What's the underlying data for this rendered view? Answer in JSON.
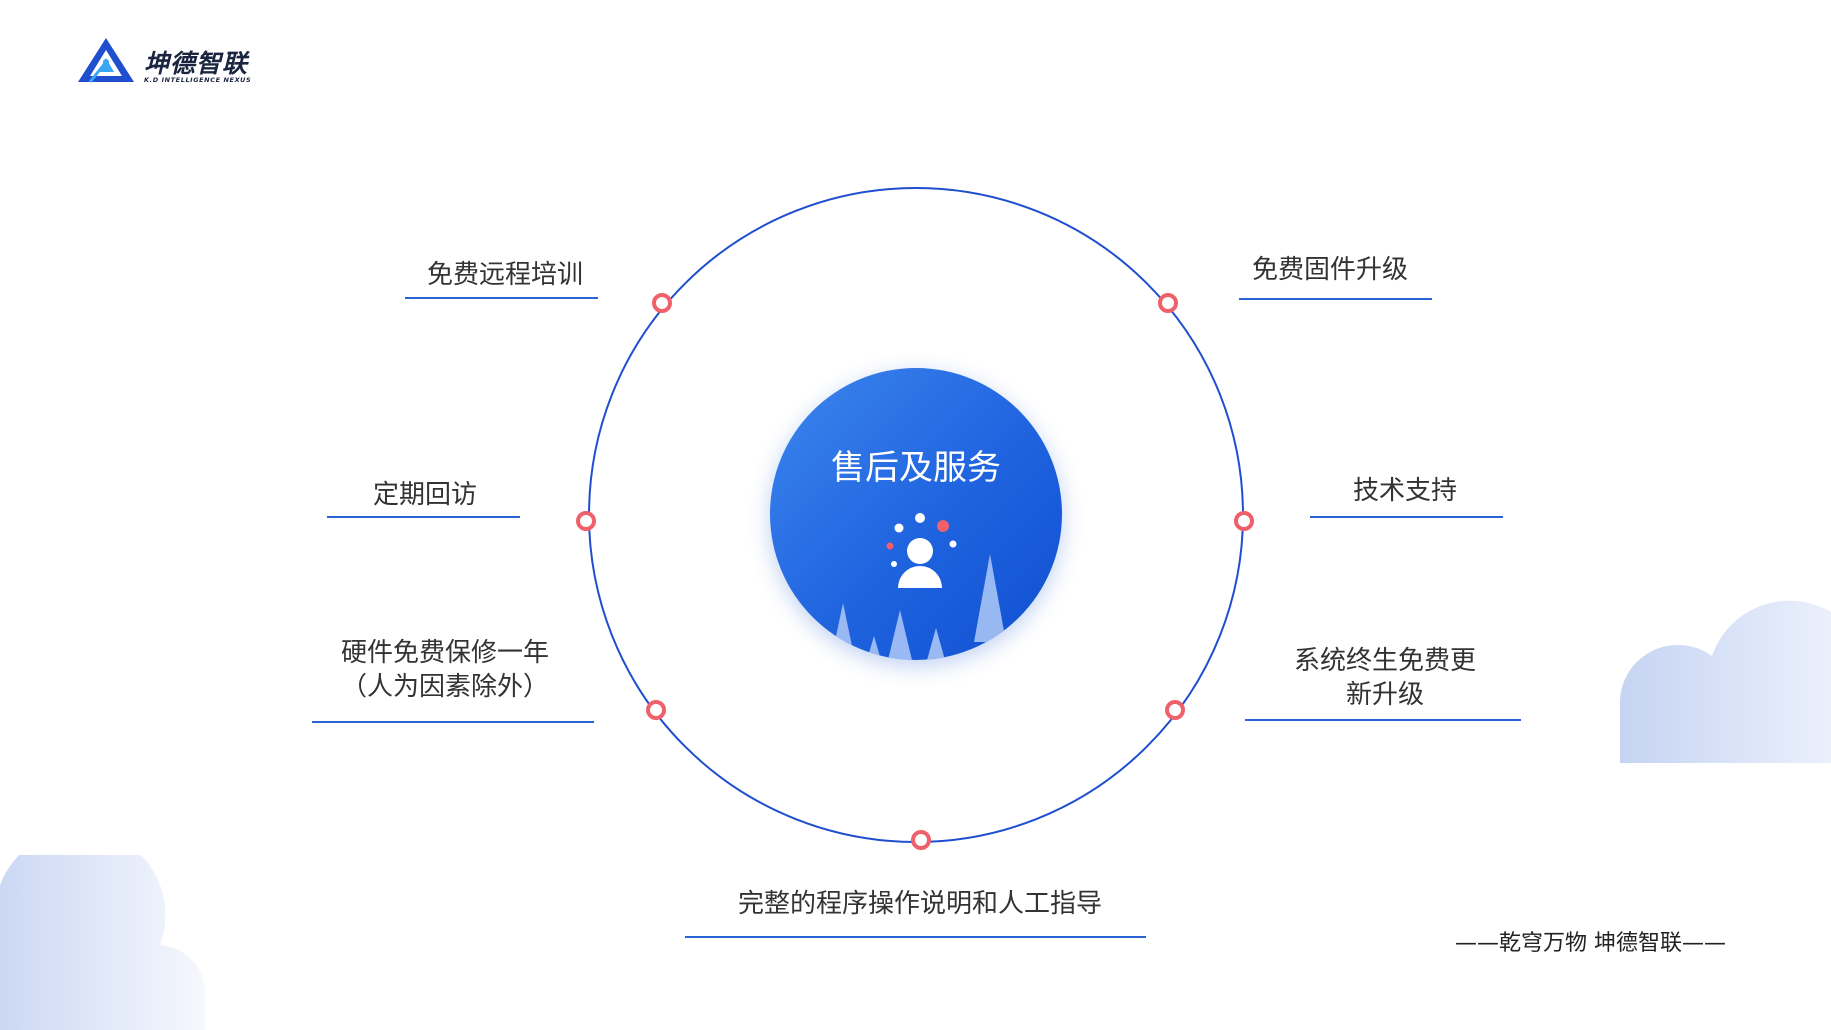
{
  "brand": {
    "name": "坤德智联",
    "subtitle": "K.D INTELLIGENCE NEXUS"
  },
  "center": {
    "title": "售后及服务",
    "icon": "user-service-icon"
  },
  "items": [
    {
      "text": "免费远程培训"
    },
    {
      "text": "免费固件升级"
    },
    {
      "text": "定期回访"
    },
    {
      "text": "技术支持"
    },
    {
      "line1": "硬件免费保修一年",
      "line2": "（人为因素除外）"
    },
    {
      "line1": "系统终生免费更",
      "line2": "新升级"
    },
    {
      "text": "完整的程序操作说明和人工指导"
    }
  ],
  "tagline": "——乾穹万物 坤德智联——",
  "colors": {
    "ring": "#1f4fcf",
    "marker": "#f0606a",
    "accent": "#2b63d6",
    "center_gradient_start": "#3d86ee",
    "center_gradient_end": "#0f4fd0"
  }
}
